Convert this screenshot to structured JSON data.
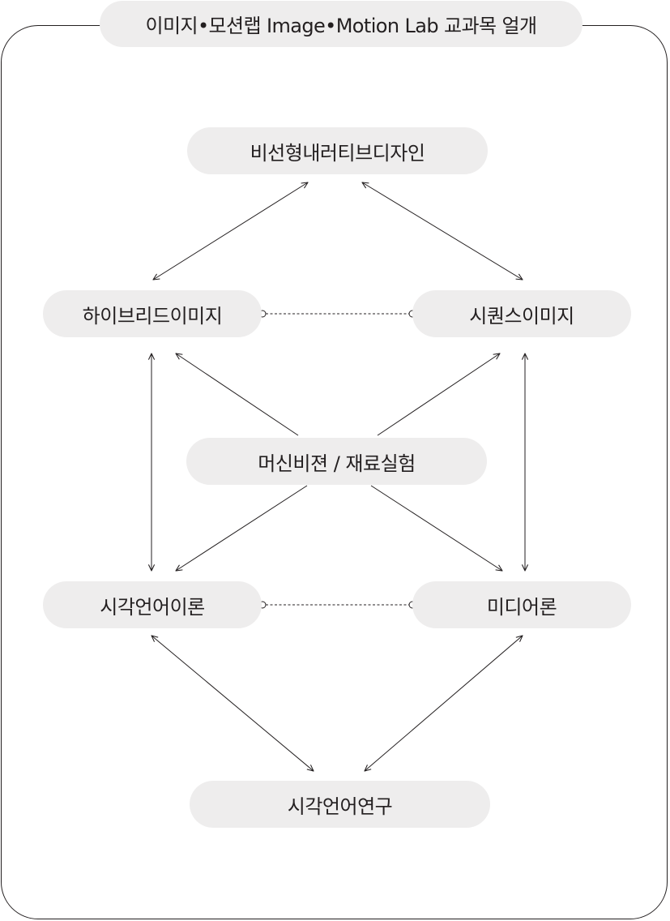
{
  "title": "이미지•모션랩  Image•Motion Lab 교과목 얼개",
  "nodes": {
    "nonlinear_design": "비선형내러티브디자인",
    "hybrid_image": "하이브리드이미지",
    "sequence_image": "시퀀스이미지",
    "machine_vision": "머신비젼 / 재료실험",
    "visual_language_theory": "시각언어이론",
    "media_theory": "미디어론",
    "visual_language_research": "시각언어연구"
  },
  "colors": {
    "pill_fill": "#eeeded",
    "line": "#231f20",
    "background": "#ffffff"
  }
}
